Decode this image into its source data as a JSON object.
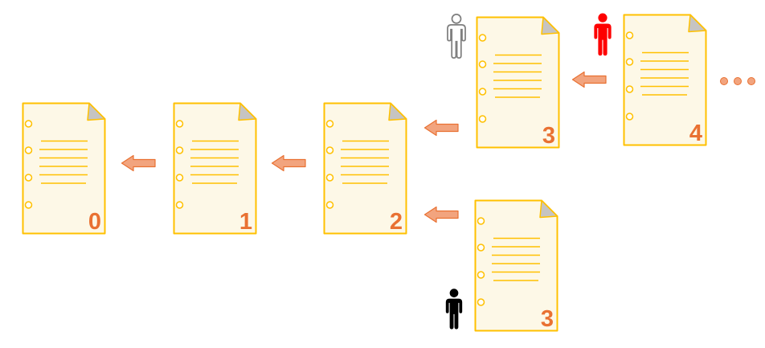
{
  "documents": [
    {
      "name": "document-version-0",
      "label": "0"
    },
    {
      "name": "document-version-1",
      "label": "1"
    },
    {
      "name": "document-version-2",
      "label": "2"
    },
    {
      "name": "document-version-3-upper",
      "label": "3"
    },
    {
      "name": "document-version-4",
      "label": "4"
    },
    {
      "name": "document-version-3-lower",
      "label": "3"
    }
  ],
  "actors": [
    {
      "name": "person-outline-icon",
      "style": "outline-gray"
    },
    {
      "name": "person-red-icon",
      "style": "solid-red"
    },
    {
      "name": "person-black-icon",
      "style": "solid-black"
    }
  ],
  "ellipsis": {
    "dot_count": 3
  },
  "colors": {
    "doc_border": "#FFC000",
    "doc_fill": "#FDF8E7",
    "doc_line": "#FFC000",
    "fold_fill": "#C6C4C2",
    "number_color": "#E97132",
    "arrow_fill": "#F2A47E",
    "arrow_border": "#E97132",
    "dot_fill": "#F2A47E",
    "dot_border": "#E97132",
    "person_red": "#FE0000",
    "person_black": "#000000",
    "person_outline": "#7F7F7F"
  }
}
